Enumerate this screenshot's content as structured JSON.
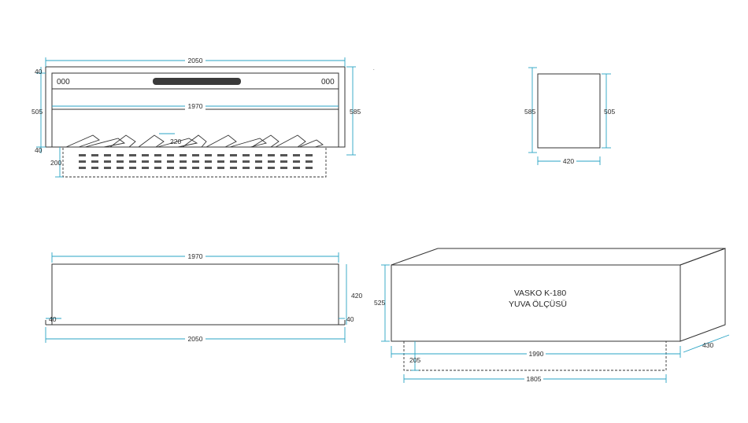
{
  "colors": {
    "dimension": "#2aa3c4",
    "outline": "#333333",
    "text": "#2a2a2a"
  },
  "front_view": {
    "overall_width": "2050",
    "inner_width": "1970",
    "overall_height": "585",
    "inner_height": "505",
    "top_frame": "40",
    "bottom_frame": "40",
    "log_height": "220",
    "base_height": "200",
    "left_badge": "000",
    "right_badge": "000"
  },
  "side_view": {
    "outer_height": "585",
    "inner_height": "505",
    "depth": "420"
  },
  "top_view": {
    "inner_width": "1970",
    "overall_width": "2050",
    "depth": "420",
    "left_edge": "40",
    "right_edge": "40"
  },
  "niche_view": {
    "title_line1": "VASKO K-180",
    "title_line2": "YUVA  ÖLÇÜSÜ",
    "height": "525",
    "width": "1990",
    "depth": "430",
    "recess_height": "205",
    "recess_width": "1805"
  }
}
